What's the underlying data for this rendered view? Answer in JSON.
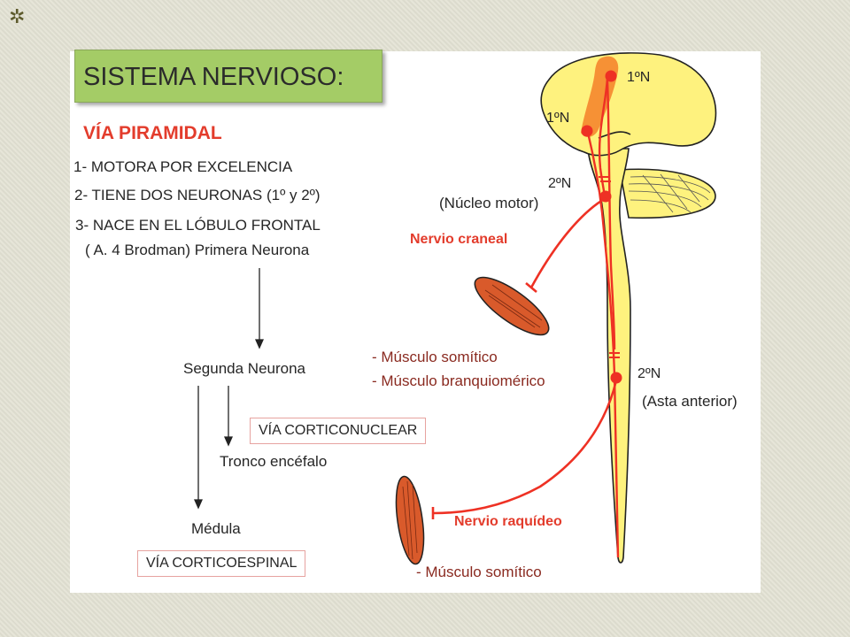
{
  "header": {
    "title": "SISTEMA NERVIOSO:"
  },
  "left": {
    "heading": "VÍA PIRAMIDAL",
    "items": [
      "1- MOTORA POR EXCELENCIA",
      "2- TIENE DOS NEURONAS (1º y 2º)",
      "3- NACE EN EL LÓBULO FRONTAL"
    ],
    "sub": "( A. 4 Brodman) Primera Neurona",
    "segunda": "Segunda Neurona",
    "via_corticonuclear": "VÍA CORTICONUCLEAR",
    "tronco": "Tronco encéfalo",
    "medula": "Médula",
    "via_corticoespinal": "VÍA CORTICOESPINAL"
  },
  "right": {
    "n1_top": "1ºN",
    "n1_left": "1ºN",
    "n2_top": "2ºN",
    "nucleo": "(Núcleo motor)",
    "nervio_craneal": "Nervio craneal",
    "musculo_somitico_1": "- Músculo somítico",
    "musculo_branquio": "- Músculo branquiomérico",
    "n2_low": "2ºN",
    "asta": "(Asta anterior)",
    "nervio_raquideo": "Nervio raquídeo",
    "musculo_somitico_2": "- Músculo somítico"
  },
  "colors": {
    "brain": "#fef27e",
    "pathway": "#ee3124",
    "motor_strip": "#f58b32",
    "muscle": "#d95a2b",
    "title_bg": "#a4cc66"
  }
}
